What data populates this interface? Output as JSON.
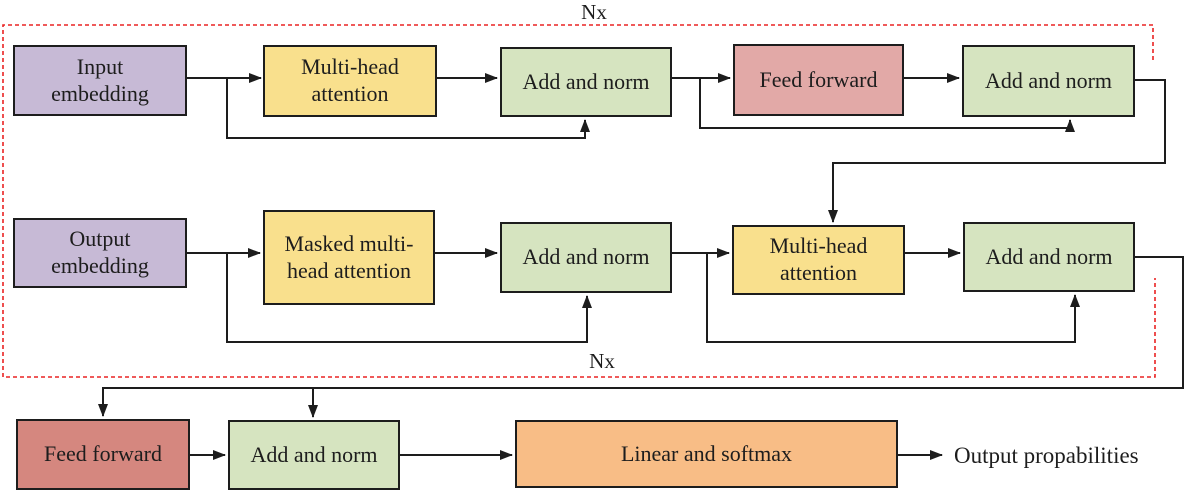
{
  "labels": {
    "nx_top": "Nx",
    "nx_bottom": "Nx",
    "output_probabilities": "Output propabilities"
  },
  "boxes": {
    "input_embedding": {
      "label": "Input\nembedding"
    },
    "encoder_multi_head_attention": {
      "label": "Multi-head\nattention"
    },
    "encoder_add_norm_1": {
      "label": "Add and norm"
    },
    "encoder_feed_forward": {
      "label": "Feed forward"
    },
    "encoder_add_norm_2": {
      "label": "Add and norm"
    },
    "output_embedding": {
      "label": "Output\nembedding"
    },
    "masked_multi_head_attention": {
      "label": "Masked multi-\nhead attention"
    },
    "decoder_add_norm_1": {
      "label": "Add and norm"
    },
    "decoder_multi_head_attention": {
      "label": "Multi-head\nattention"
    },
    "decoder_add_norm_2": {
      "label": "Add and norm"
    },
    "final_feed_forward": {
      "label": "Feed forward"
    },
    "final_add_norm": {
      "label": "Add and norm"
    },
    "linear_softmax": {
      "label": "Linear and softmax"
    }
  },
  "colors": {
    "lavender": "#c7bad6",
    "yellow": "#f9e08d",
    "green": "#d6e4c0",
    "pink": "#e2a9a7",
    "red": "#d5877f",
    "orange": "#f8bd86",
    "dashed_red": "#ea2323",
    "line": "#1d1d1d",
    "text": "#1d1d1d"
  }
}
